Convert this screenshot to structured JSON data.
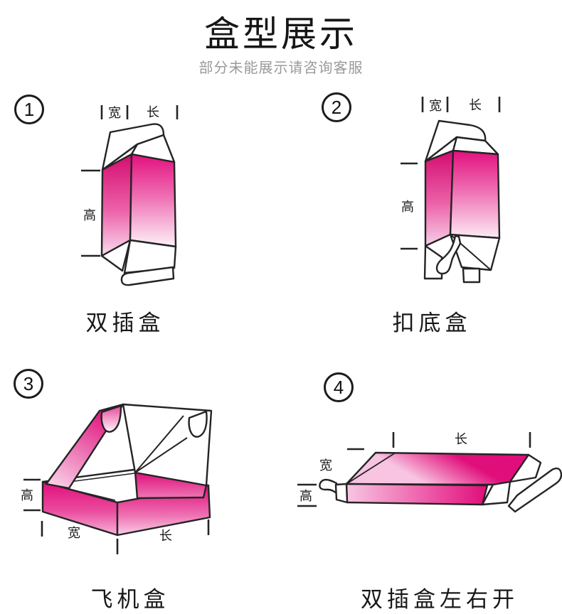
{
  "header": {
    "title": "盒型展示",
    "subtitle": "部分未能展示请咨询客服"
  },
  "dims": {
    "w": "宽",
    "l": "长",
    "h": "高"
  },
  "boxes": [
    {
      "num": "1",
      "label": "双插盒"
    },
    {
      "num": "2",
      "label": "扣底盒"
    },
    {
      "num": "3",
      "label": "飞机盒"
    },
    {
      "num": "4",
      "label": "双插盒左右开"
    }
  ],
  "colors": {
    "outline": "#242424",
    "pink_dark": "#e0107c",
    "pink_mid": "#ee65ae",
    "pink_light": "#fdf0f8",
    "title_text": "#161616",
    "subtitle_text": "#9a9a9a"
  }
}
